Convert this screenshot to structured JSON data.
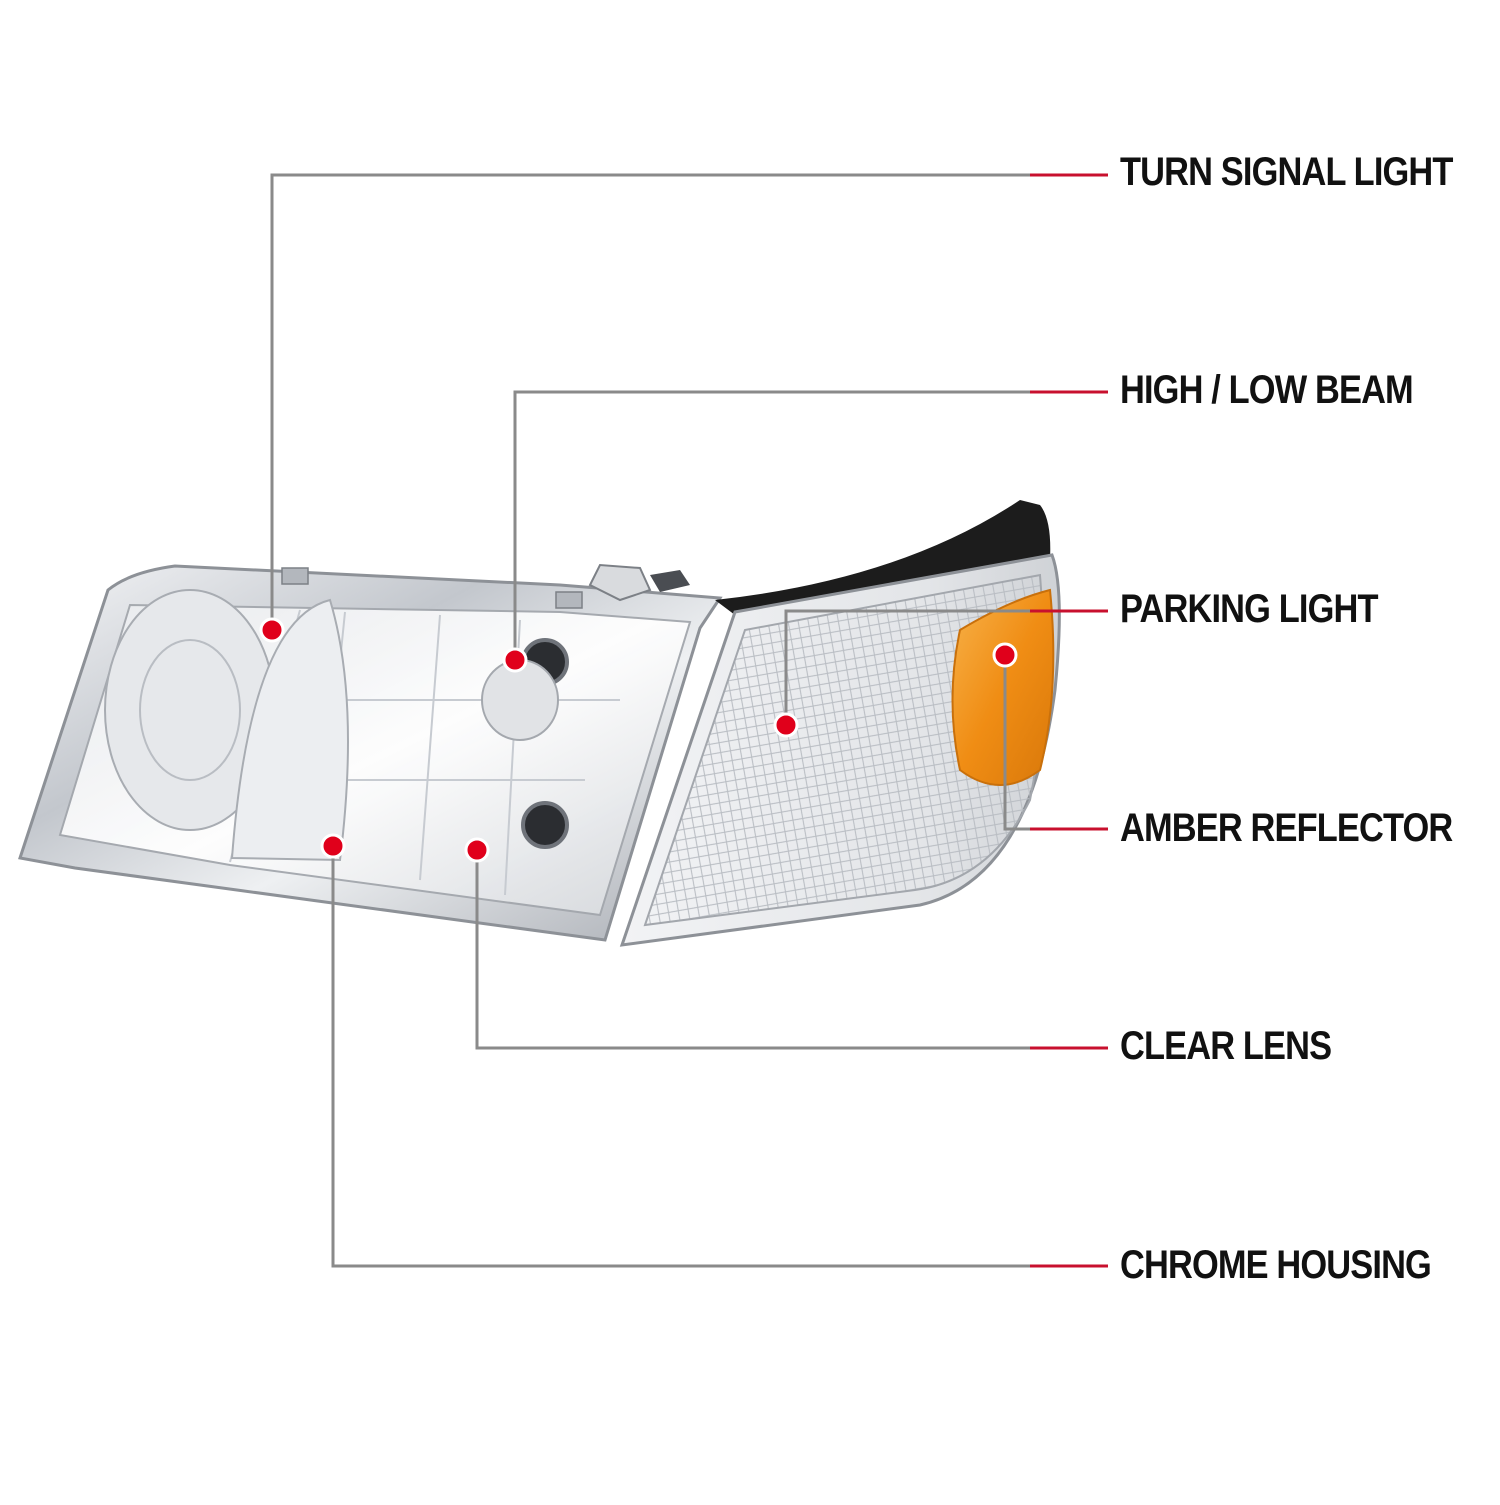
{
  "colors": {
    "background": "#ffffff",
    "leader_gray": "#8a8a8a",
    "leader_red": "#c8102e",
    "dot_red": "#e0001b",
    "amber": "#f39a1e",
    "chrome": "#c9ccd1",
    "gasket": "#1c1c1c"
  },
  "callouts": [
    {
      "id": "turn-signal-light",
      "label": "TURN SIGNAL LIGHT"
    },
    {
      "id": "high-low-beam",
      "label": "HIGH / LOW BEAM"
    },
    {
      "id": "parking-light",
      "label": "PARKING LIGHT"
    },
    {
      "id": "amber-reflector",
      "label": "AMBER REFLECTOR"
    },
    {
      "id": "clear-lens",
      "label": "CLEAR LENS"
    },
    {
      "id": "chrome-housing",
      "label": "CHROME HOUSING"
    }
  ]
}
